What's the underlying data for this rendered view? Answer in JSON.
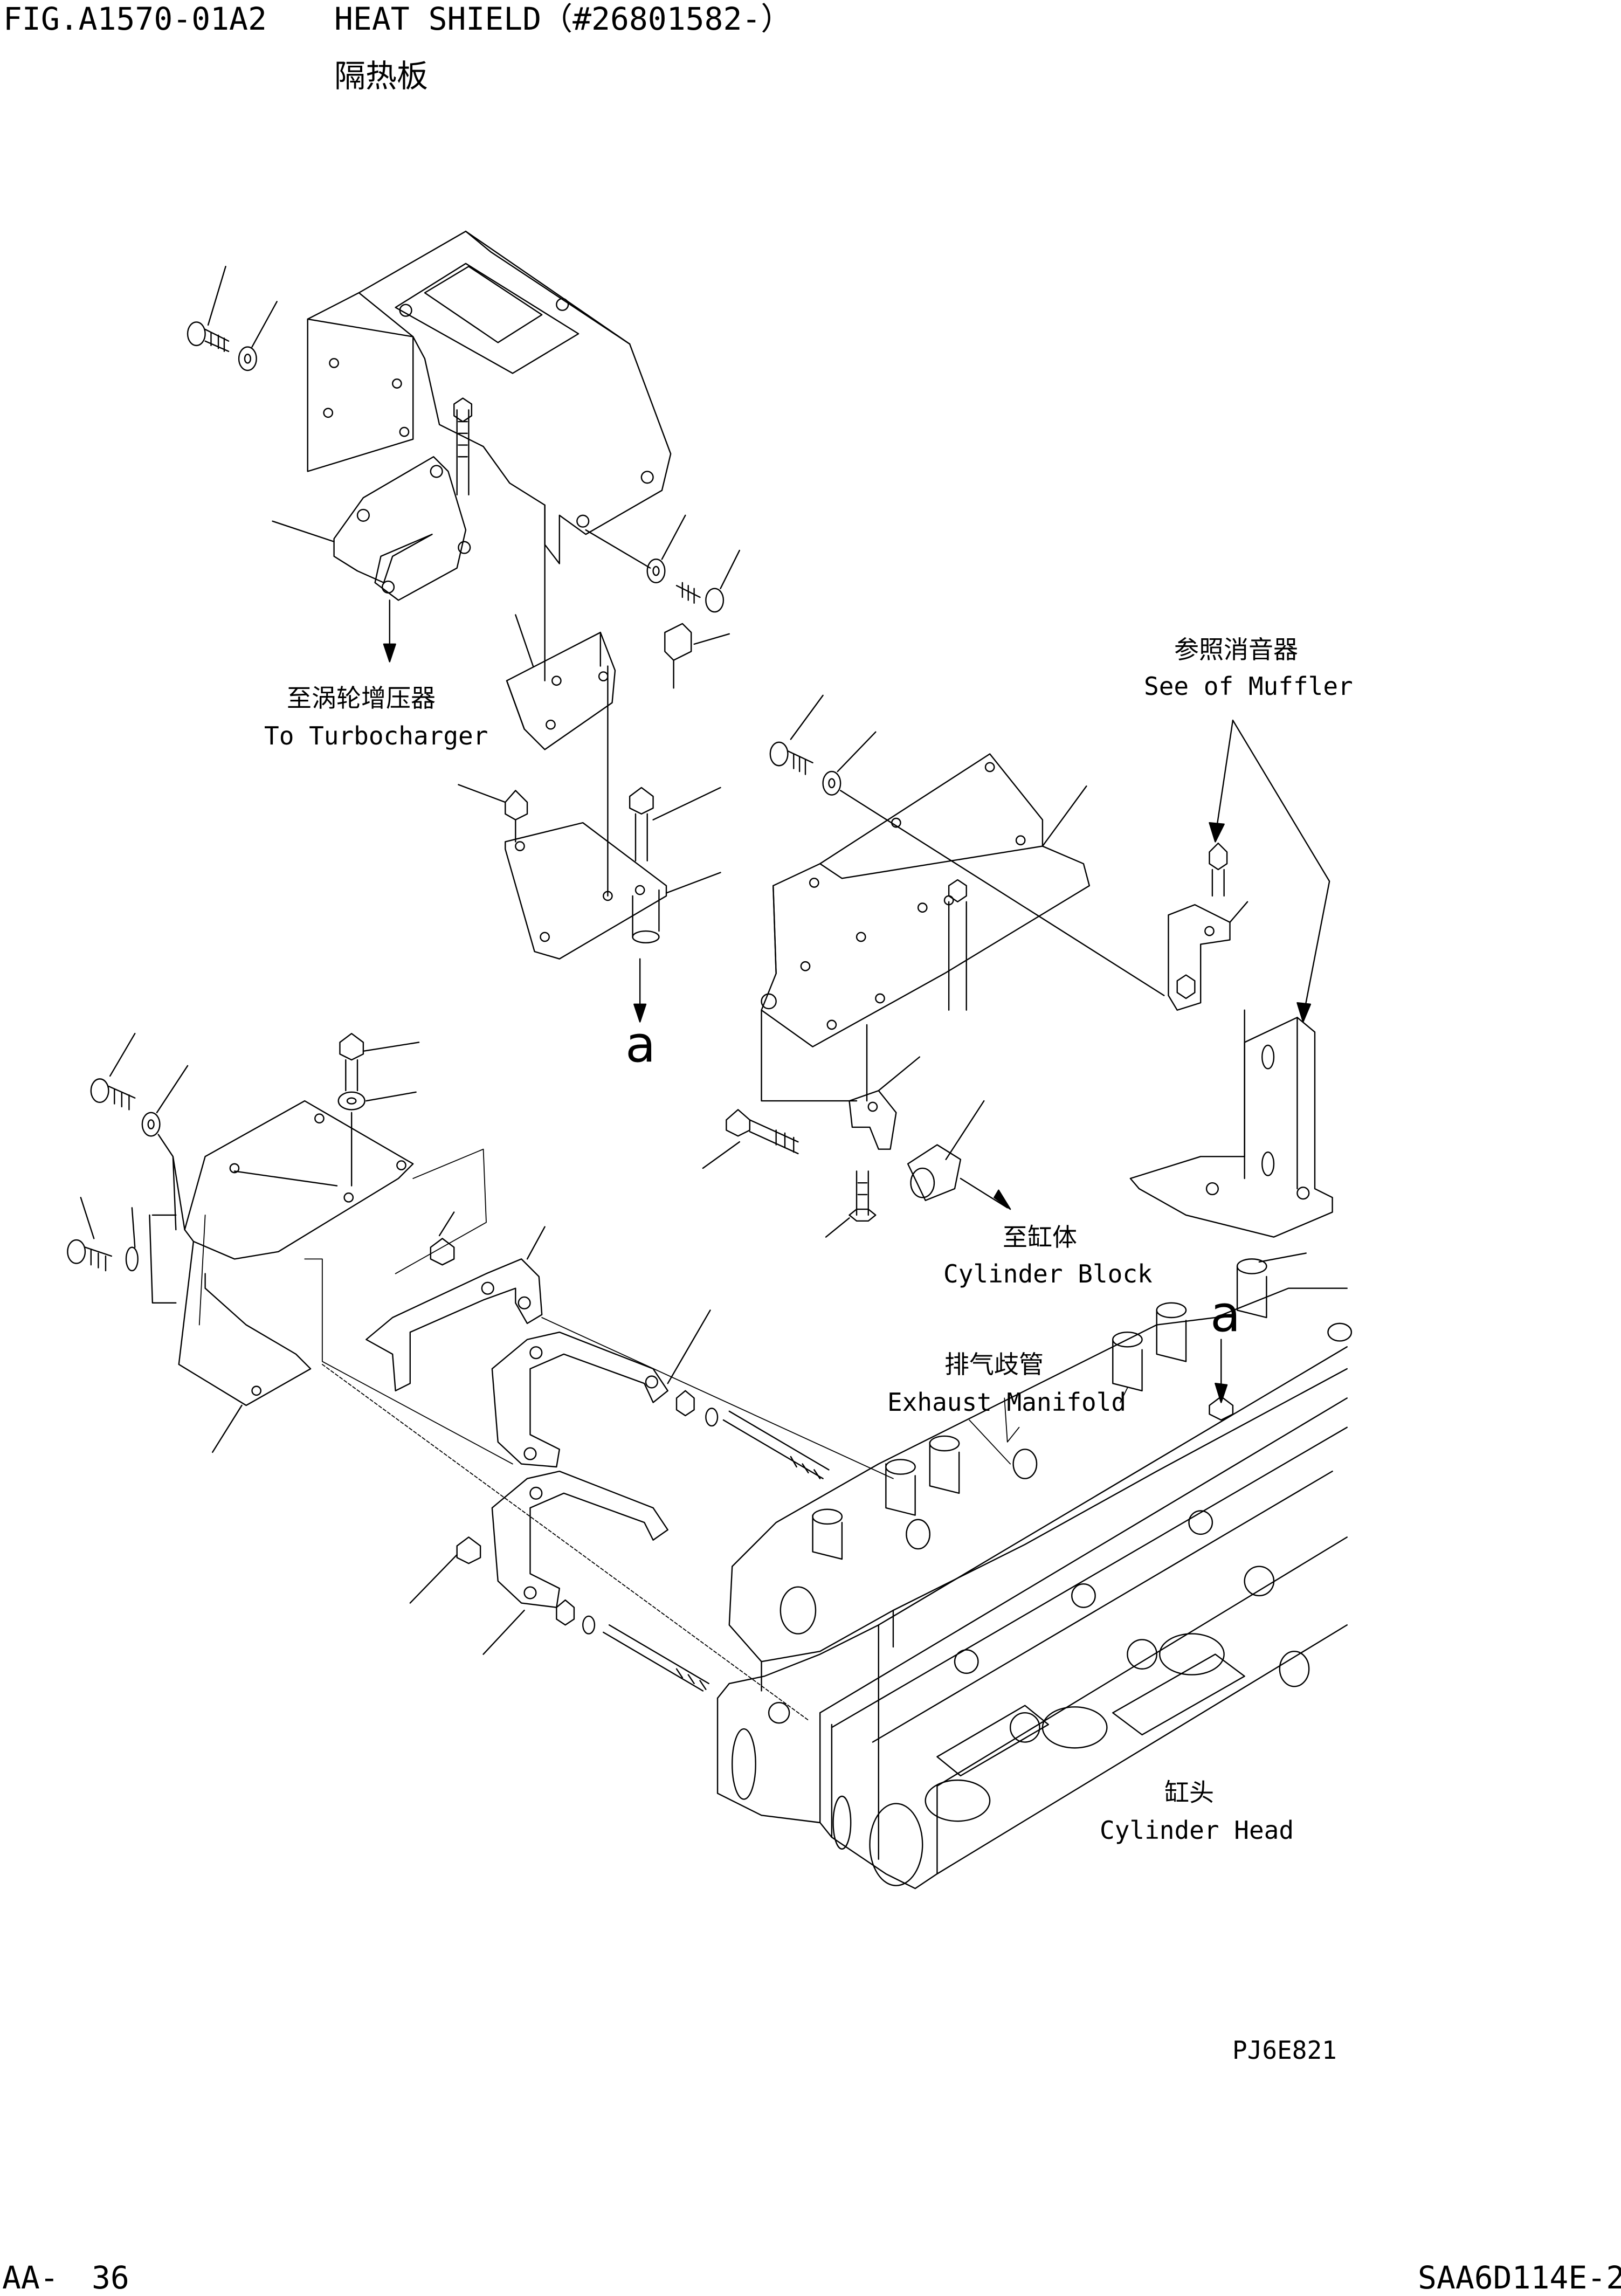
{
  "header": {
    "figure_number": "FIG.A1570-01A2",
    "title_en": "HEAT SHIELD（#26801582-）",
    "title_cn": "隔热板"
  },
  "callouts": {
    "turbocharger_cn": "至涡轮增压器",
    "turbocharger_en": "To Turbocharger",
    "muffler_cn": "参照消音器",
    "muffler_en": "See of Muffler",
    "cylinder_block_cn": "至缸体",
    "cylinder_block_en": "Cylinder Block",
    "exhaust_manifold_cn": "排气歧管",
    "exhaust_manifold_en": "Exhaust Manifold",
    "cylinder_head_cn": "缸头",
    "cylinder_head_en": "Cylinder Head",
    "ref_letter_1": "a",
    "ref_letter_2": "a"
  },
  "drawing_code": "PJ6E821",
  "footer": {
    "page_prefix": "AA-",
    "page_number": "36",
    "model": "SAA6D114E-2"
  }
}
